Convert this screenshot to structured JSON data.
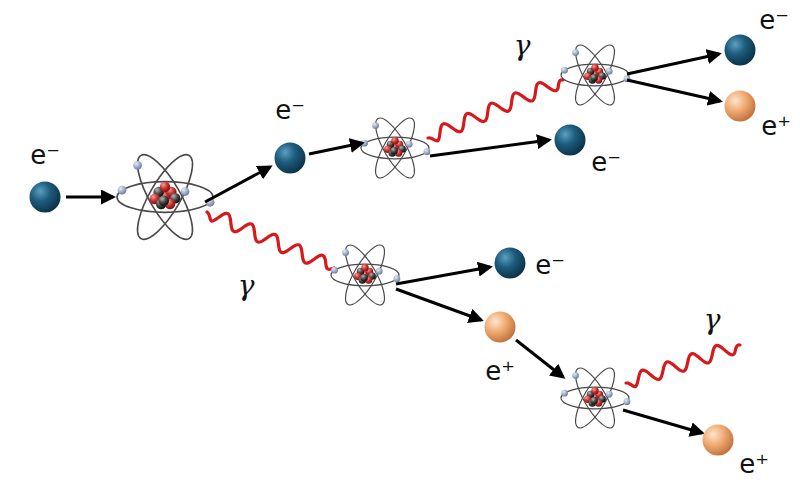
{
  "diagram": {
    "nodes": [
      {
        "text": [
          "e⁻"
        ]
      },
      {
        "text": [
          "e⁻"
        ]
      },
      {
        "text": [
          "e⁻"
        ]
      },
      {
        "text": [
          "e⁻"
        ]
      },
      {
        "text": [
          "e⁺"
        ]
      },
      {
        "text": [
          "e⁻"
        ]
      },
      {
        "text": [
          "e⁺"
        ]
      },
      {
        "text": [
          "e⁺"
        ]
      }
    ],
    "labels": [
      "γ",
      "γ",
      "γ"
    ]
  }
}
